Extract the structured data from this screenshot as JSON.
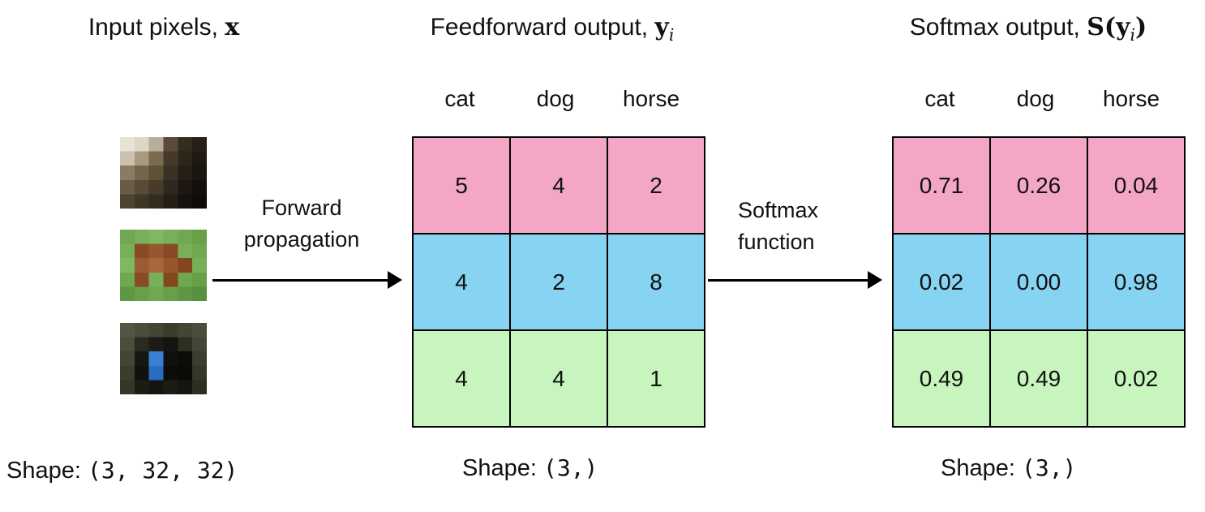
{
  "titles": {
    "input_prefix": "Input pixels, ",
    "input_var": "x",
    "feedforward_prefix": "Feedforward output, ",
    "feedforward_var": "y",
    "feedforward_sub": "i",
    "softmax_prefix": "Softmax output, ",
    "softmax_var_1": "S(y",
    "softmax_sub": "i",
    "softmax_var_2": ")"
  },
  "arrows": {
    "forward_line1": "Forward",
    "forward_line2": "propagation",
    "softmax_line1": "Softmax",
    "softmax_line2": "function"
  },
  "column_headers": [
    "cat",
    "dog",
    "horse"
  ],
  "feedforward_table": {
    "rows": [
      [
        "5",
        "4",
        "2"
      ],
      [
        "4",
        "2",
        "8"
      ],
      [
        "4",
        "4",
        "1"
      ]
    ]
  },
  "softmax_table": {
    "rows": [
      [
        "0.71",
        "0.26",
        "0.04"
      ],
      [
        "0.02",
        "0.00",
        "0.98"
      ],
      [
        "0.49",
        "0.49",
        "0.02"
      ]
    ]
  },
  "shapes": {
    "input_label": "Shape:",
    "input": "(3, 32, 32)",
    "feedforward_label": "Shape:",
    "feedforward": "(3,)",
    "softmax_label": "Shape:",
    "softmax": "(3,)"
  },
  "input_images": [
    "cat photo",
    "horse photo",
    "dog photo"
  ],
  "colors": {
    "row_pink": "#F4A6C6",
    "row_blue": "#87D3F2",
    "row_green": "#C8F5BE",
    "border": "#000000"
  }
}
